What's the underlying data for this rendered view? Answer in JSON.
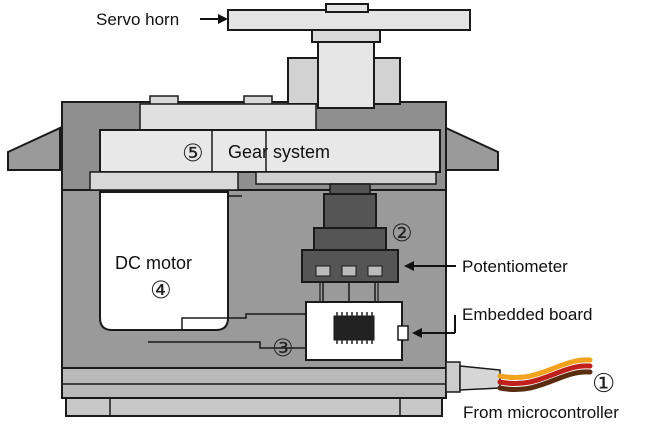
{
  "labels": {
    "servo_horn": "Servo horn",
    "gear_system": "Gear system",
    "dc_motor": "DC motor",
    "potentiometer": "Potentiometer",
    "embedded_board": "Embedded board",
    "from_microcontroller": "From microcontroller"
  },
  "markers": {
    "one": "①",
    "two": "②",
    "three": "③",
    "four": "④",
    "five": "⑤"
  },
  "colors": {
    "body": "#8f8f8f",
    "body_light": "#b9b9b9",
    "part_light": "#e8e8e8",
    "part_white": "#ffffff",
    "part_dark": "#555555",
    "outline": "#1a1a1a",
    "wire_orange": "#f2a21e",
    "wire_red": "#c0201c",
    "wire_brown": "#5a2d10"
  }
}
